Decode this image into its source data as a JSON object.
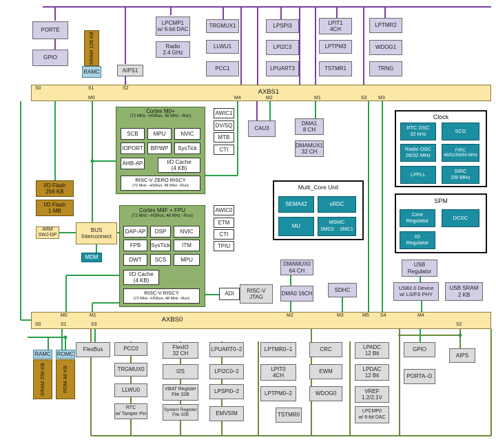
{
  "bus": {
    "axbs1": "AXBS1",
    "axbs0": "AXBS0"
  },
  "ports": {
    "s0": "S0",
    "s1": "S1",
    "s2": "S2",
    "m0": "M0",
    "m4": "M4",
    "m2": "M2",
    "m1": "M1",
    "s3": "S3",
    "m3": "M3",
    "b_m0": "M0",
    "b_m1": "M1",
    "b_m2": "M2",
    "b_m3": "M3",
    "b_m5": "M5",
    "b_s4": "S4",
    "b_m4": "M4",
    "b_s0": "S0",
    "b_s1": "S1",
    "b_s3": "S3",
    "b_s2": "S2"
  },
  "top": {
    "porte": "PORTE",
    "gpio": "GPIO",
    "sram128": "SRAM 128 KB",
    "ramc": "RAMC",
    "aips1": "AIPS1",
    "lpcmp1": "LPCMP1\nw/ 6-bit DAC",
    "radio": "Radio\n2.4 GHz",
    "trgmux1": "TRGMUX1",
    "llwu1": "LLWU1",
    "pcc1": "PCC1",
    "lpspi3": "LPSPI3",
    "lpi2c3": "LPI2C3",
    "lpuart3": "LPUART3",
    "lpit1": "LPIT1\n4CH",
    "lptpm3": "LPTPM3",
    "tstmr1": "TSTMR1",
    "lptmr2": "LPTMR2",
    "wdog1": "WDOG1",
    "trng": "TRNG"
  },
  "m0core": {
    "title": "Cortex M0+",
    "sub": "(72 MHz –HSRun, 48 MHz –Run)",
    "scb": "SCB",
    "mpu": "MPU",
    "nvic": "NVIC",
    "ioport": "IOPORT",
    "bpwp": "BP/WP",
    "systick": "SysTick",
    "ahbap": "AHB-AP",
    "cache": "I/D Cache\n(4 KB)",
    "riscv": "RISC-V ZERO RISCY",
    "riscv_sub": "(72 MHz –HSRun, 48 MHz –Run)",
    "awic1": "AWIC1",
    "dvsq": "DV/SQ",
    "mtb": "MTB",
    "cti": "CTI"
  },
  "m4core": {
    "title": "Cortex M4F + FPU",
    "sub": "(72 MHz –HSRun, 48 MHz –Run)",
    "dapap": "DAP-AP",
    "dsp": "DSP",
    "nvic": "NVIC",
    "fpb": "FPB",
    "systick": "SysTick",
    "itm": "ITM",
    "dwt": "DWT",
    "scs": "SCS",
    "mpu": "MPU",
    "cache": "I/D Cache\n(4 KB)",
    "riscv": "RISC-V RISCY",
    "riscv_sub": "(72 MHz –HSRun, 48 MHz –Run)",
    "awic0": "AWIC0",
    "etm": "ETM",
    "cti": "CTI",
    "tpiu": "TPIU"
  },
  "mid": {
    "cau3": "CAU3",
    "dma1": "DMA1\n8 CH",
    "dmamux1": "DMAMUX1\n32 CH",
    "flash256": "I/D Flash\n256 KB",
    "flash1m": "I/D Flash\n1 MB",
    "armswj": "ARM SWJ-DP",
    "busic": "BUS\nInterconnect",
    "mdm": "MDM",
    "adi": "ADI",
    "rvjtag": "RISC-V\nJTAG",
    "dmamux0": "DMAMUX0\n64 CH",
    "dma0": "DMA0 16CH",
    "sdhc": "SDHC",
    "usbreg": "USB\nRegulator",
    "usb2": "USB2.0 Device\nw/ LS/FS PHY",
    "usbsram": "USB SRAM\n2 KB"
  },
  "clock": {
    "title": "Clock",
    "rtcosc": "RTC OSC\n32 kHz",
    "scg": "SCG",
    "radioosc": "Radio OSC\n26/32 MHz",
    "firc": "FIRC\n48/52/56/60 MHz",
    "lpfll": "LPFLL",
    "sirc": "SIRC\n2/8 MHz"
  },
  "spm": {
    "title": "SPM",
    "core": "Core\nRegulator",
    "dcdc": "DCDC",
    "io": "IO\nRegulator"
  },
  "mcu": {
    "title": "Multi_Core Unit",
    "sema42": "SEMA42",
    "xrdc": "xRDC",
    "mu": "MU",
    "msmc": "MSMC",
    "smc0": "SMC0",
    "smc1": "SMC1"
  },
  "bottom": {
    "ramc": "RAMC",
    "romc": "ROMC",
    "sram256": "SRAM 256 KB",
    "rom48": "ROM 48 KB",
    "flexbus": "FlexBus",
    "pcc0": "PCC0",
    "trgmux0": "TRGMUX0",
    "llwu0": "LLWU0",
    "rtc": "RTC\nw/ Tamper Pin",
    "flexio": "FlexIO\n32 CH",
    "i2s": "I2S",
    "vbat": "VBAT Register\nFile 32B",
    "sysreg": "System Register\nFile 32B",
    "lpuart02": "LPUART0–2",
    "lpi2c02": "LPI2C0–2",
    "lpspi02": "LPSPI0–2",
    "emvsim": "EMVSIM",
    "lptmr01": "LPTMR0–1",
    "lpit0": "LPIT0\n4CH",
    "lptpm02": "LPTPM0–2",
    "tstmr0": "TSTMR0",
    "crc": "CRC",
    "ewm": "EWM",
    "wdog0": "WDOG0",
    "lpadc": "LPADC\n12 Bit",
    "lpdac": "LPDAC\n12 Bit",
    "vref": "VREF\n1.2/2.1V",
    "lpcmp0": "LPCMP0\nw/ 6-bit DAC",
    "gpio": "GPIO",
    "portad": "PORTA–D",
    "aips": "AIPS"
  }
}
